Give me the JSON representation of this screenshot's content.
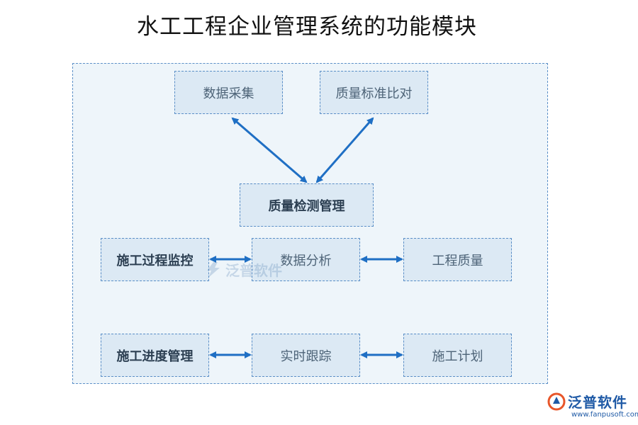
{
  "title": "水工工程企业管理系统的功能模块",
  "nodes": {
    "data_collect": "数据采集",
    "quality_compare": "质量标准比对",
    "quality_inspect": "质量检测管理",
    "process_monitor": "施工过程监控",
    "data_analysis": "数据分析",
    "project_quality": "工程质量",
    "progress_manage": "施工进度管理",
    "realtime_track": "实时跟踪",
    "construction_plan": "施工计划"
  },
  "logo": {
    "name": "泛普软件",
    "url": "www.fanpusoft.com"
  },
  "watermark": {
    "name": "泛普软件"
  },
  "colors": {
    "arrow": "#1f6fc4",
    "box_fill": "#dce9f4",
    "panel_fill": "#eef5fa",
    "border": "#5b8fc7"
  }
}
